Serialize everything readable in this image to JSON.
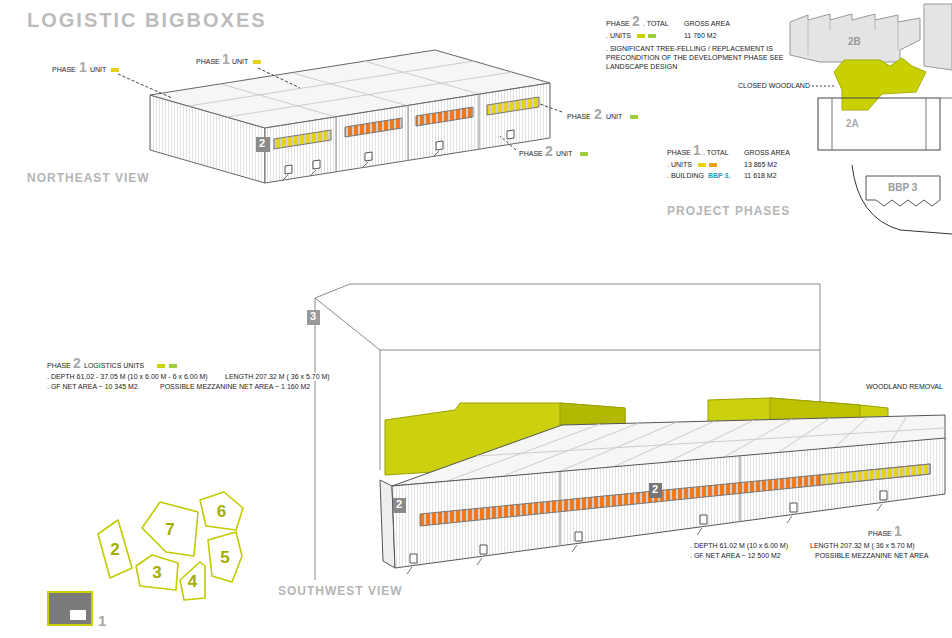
{
  "diagram": {
    "title": "LOGISTIC BIGBOXES",
    "nodes": [
      {
        "text": [
          "6"
        ]
      },
      {
        "text": [
          "7"
        ]
      },
      {
        "text": [
          "2"
        ]
      },
      {
        "text": [
          "5"
        ]
      },
      {
        "text": [
          "3"
        ]
      },
      {
        "text": [
          "4"
        ]
      }
    ],
    "labels": [
      "NORTHEAST VIEW",
      "PHASE",
      "1",
      "UNIT",
      "PHASE",
      "1",
      "UNIT",
      "PHASE",
      "2",
      "UNIT",
      "PHASE",
      "2",
      "UNIT",
      "2",
      "PHASE",
      "2",
      ". TOTAL",
      "GROSS AREA",
      ". UNITS",
      "11 760 M2",
      ". SIGNIFICANT TREE-FELLING / REPLACEMENT IS PRECONDITION OF THE DEVELOPMENT PHASE SEE LANDSCAPE DESIGN",
      "CLOSED WOODLAND",
      "2B",
      "2A",
      "PHASE",
      "1",
      ". TOTAL",
      "GROSS AREA",
      ". UNITS",
      "13 865 M2",
      ". BUILDING",
      "BBP 3.",
      "11 618 M2",
      "BBP 3",
      "PROJECT PHASES",
      "3",
      "PHASE",
      "2",
      "LOGISTICS UNITS",
      ". DEPTH 61.02 - 37.05 M (10 x 6.00 M - 6 x 6.00 M)",
      "LENGTH 207.32 M ( 36 x 5.70 M)",
      ". GF NET AREA ~ 10 345 M2",
      "POSSIBLE MEZZANINE NET AREA ~ 1 160 M2",
      "WOODLAND REMOVAL",
      "2",
      "2",
      "PHASE",
      "1",
      ". DEPTH 61.02 M (10 x 6.00 M)",
      "LENGTH 207.32 M ( 36 x 5.70 M)",
      ". GF NET AREA ~ 12 500 M2",
      "POSSIBLE MEZZANINE NET AREA",
      "1",
      "SOUTHWEST VIEW"
    ]
  }
}
